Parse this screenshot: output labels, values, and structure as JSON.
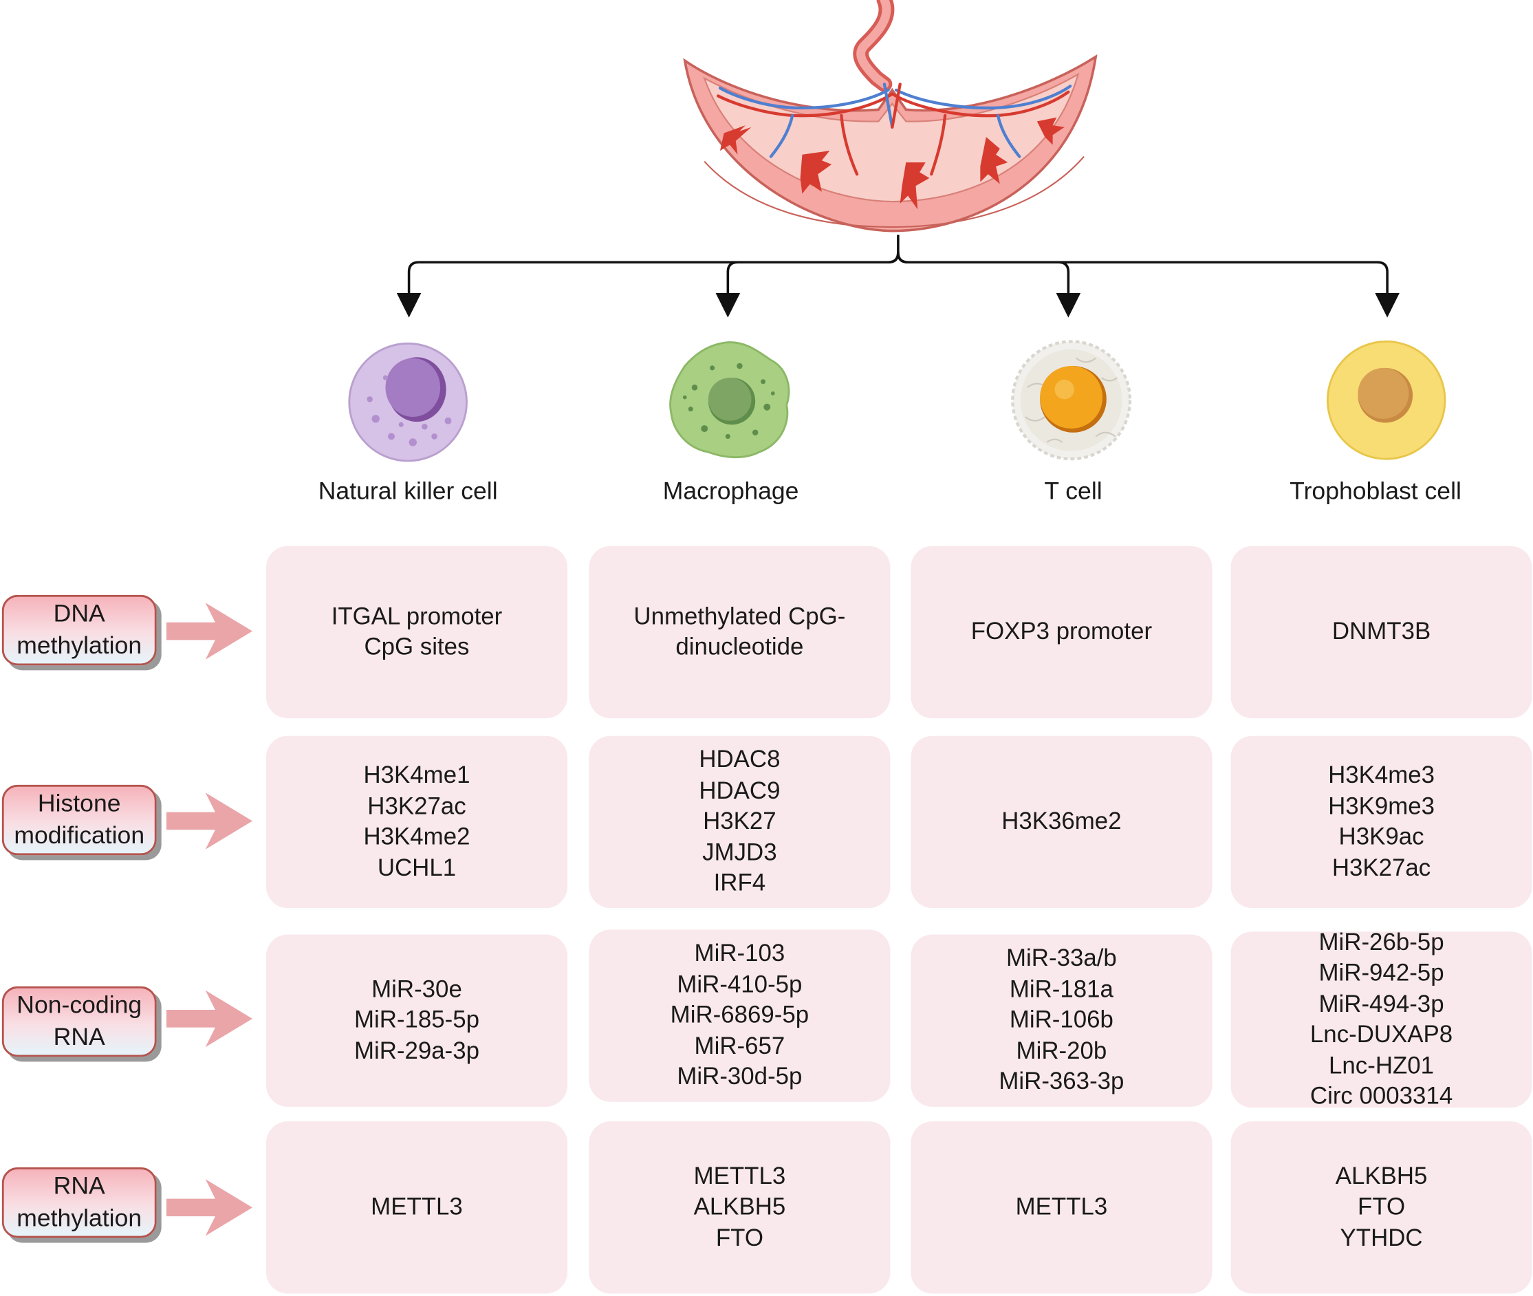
{
  "placenta": {
    "icon": "placenta-icon",
    "colors": {
      "tissue": "#f4a7a3",
      "tissue_light": "#f8cfc9",
      "vessel_red": "#d73a2f",
      "vessel_blue": "#4f7fd0",
      "outline": "#c8625a"
    }
  },
  "cells": [
    {
      "label": "Natural killer cell",
      "icon": "nk-cell-icon",
      "color": "#d6c2e6",
      "nucleus": "#9a6bb5"
    },
    {
      "label": "Macrophage",
      "icon": "macrophage-icon",
      "color": "#a9cf82",
      "nucleus": "#6f9c57"
    },
    {
      "label": "T cell",
      "icon": "t-cell-icon",
      "color": "#f2f0ec",
      "nucleus": "#f3a51e"
    },
    {
      "label": "Trophoblast cell",
      "icon": "trophoblast-cell-icon",
      "color": "#f8dd74",
      "nucleus": "#d8a055"
    }
  ],
  "mechanisms": [
    {
      "label": "DNA\nmethylation",
      "cells": [
        "ITGAL promoter\nCpG sites",
        "Unmethylated CpG-\ndinucleotide",
        "FOXP3 promoter",
        "DNMT3B"
      ]
    },
    {
      "label": "Histone\nmodification",
      "cells": [
        "H3K4me1\nH3K27ac\nH3K4me2\nUCHL1",
        "HDAC8\nHDAC9\nH3K27\nJMJD3\nIRF4",
        "H3K36me2",
        "H3K4me3\nH3K9me3\nH3K9ac\nH3K27ac"
      ]
    },
    {
      "label": "Non-coding\nRNA",
      "cells": [
        "MiR-30e\nMiR-185-5p\nMiR-29a-3p",
        "MiR-103\nMiR-410-5p\nMiR-6869-5p\nMiR-657\nMiR-30d-5p",
        "MiR-33a/b\nMiR-181a\nMiR-106b\nMiR-20b\nMiR-363-3p",
        "MiR-26b-5p\nMiR-942-5p\nMiR-494-3p\nLnc-DUXAP8\nLnc-HZ01\nCirc 0003314"
      ]
    },
    {
      "label": "RNA\nmethylation",
      "cells": [
        "METTL3",
        "METTL3\nALKBH5\nFTO",
        "METTL3",
        "ALKBH5\nFTO\nYTHDC"
      ]
    }
  ],
  "style": {
    "card_bg": "#f9e9ec",
    "row_arrow": "#eaa5a8",
    "label_border": "#b5534d",
    "connector": "#111111"
  }
}
